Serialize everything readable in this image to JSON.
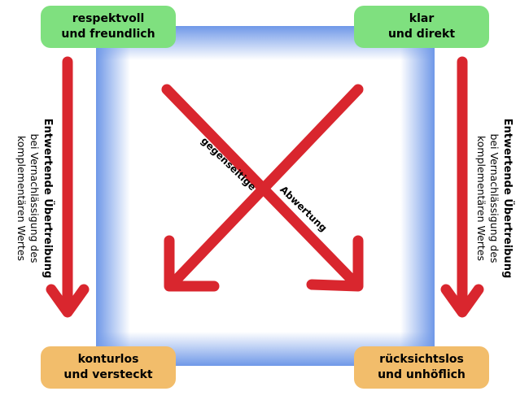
{
  "colors": {
    "green_box": "#7fe07f",
    "orange_box": "#f2bd6b",
    "arrow_red": "#d9262e",
    "frame_blue": "#6f98e8"
  },
  "boxes": {
    "top_left": {
      "line1": "respektvoll",
      "line2": "und freundlich"
    },
    "top_right": {
      "line1": "klar",
      "line2": "und direkt"
    },
    "bottom_left": {
      "line1": "konturlos",
      "line2": "und versteckt"
    },
    "bottom_right": {
      "line1": "rücksichtslos",
      "line2": "und unhöflich"
    }
  },
  "side_text": {
    "left": {
      "bold": "Entwertende Übertreibung",
      "line1": "bei Vernachlässigung des",
      "line2": "komplementären Wertes"
    },
    "right": {
      "bold": "Entwertende Übertreibung",
      "line1": "bei Vernachlässigung des",
      "line2": "komplementären Wertes"
    }
  },
  "diagonal": {
    "label1": "gegenseitige",
    "label2": "Abwertung"
  }
}
